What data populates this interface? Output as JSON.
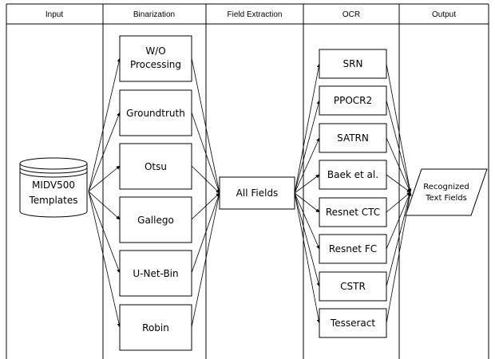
{
  "columns": [
    "Input",
    "Binarization",
    "Field Extraction",
    "OCR",
    "Output"
  ],
  "input": {
    "label_lines": [
      "MIDV500",
      "Templates"
    ]
  },
  "binarization": [
    {
      "lines": [
        "W/O",
        "Processing"
      ]
    },
    {
      "lines": [
        "Groundtruth"
      ]
    },
    {
      "lines": [
        "Otsu"
      ]
    },
    {
      "lines": [
        "Gallego"
      ]
    },
    {
      "lines": [
        "U-Net-Bin"
      ]
    },
    {
      "lines": [
        "Robin"
      ]
    }
  ],
  "field_extraction": {
    "label": "All Fields"
  },
  "ocr": [
    "SRN",
    "PPOCR2",
    "SATRN",
    "Baek et al.",
    "Resnet CTC",
    "Resnet FC",
    "CSTR",
    "Tesseract"
  ],
  "output": {
    "label_lines": [
      "Recognized",
      "Text Fields"
    ]
  }
}
